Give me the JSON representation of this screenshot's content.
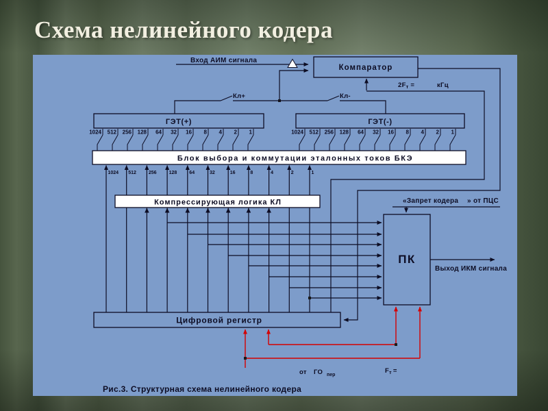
{
  "slide": {
    "title": "Схема нелинейного кодера",
    "caption": "Рис.3. Структурная схема нелинейного кодера"
  },
  "diagram": {
    "input_label": "Вход АИМ сигнала",
    "comparator_label": "Компаратор",
    "freq_prefix": "2F",
    "freq_sub": "т",
    "freq_eq": "=",
    "freq_units": "кГц",
    "switch_plus": "Кл+",
    "switch_minus": "Кл-",
    "get_plus_label": "ГЭТ(+)",
    "get_minus_label": "ГЭТ(-)",
    "bke_label": "Блок выбора  и коммутации эталонных токов БКЭ",
    "kl_label": "Компрессирующая логика КЛ",
    "inhibit_left": "«Запрет кодера",
    "inhibit_right": "» от ПЦС",
    "pk_label": "ПК",
    "output_label": "Выход ИКМ сигнала",
    "go_from": "от",
    "go_name": "ГО",
    "go_sub": "пер",
    "ft_prefix": "F",
    "ft_sub": "т",
    "ft_eq": "=",
    "weights": [
      "1024",
      "512",
      "256",
      "128",
      "64",
      "32",
      "16",
      "8",
      "4",
      "2",
      "1"
    ]
  },
  "colors": {
    "panel_blue": "#7d9cca",
    "line_dark": "#0d0d24",
    "accent_red": "#d40000",
    "title_ivory": "#f2efe1"
  }
}
